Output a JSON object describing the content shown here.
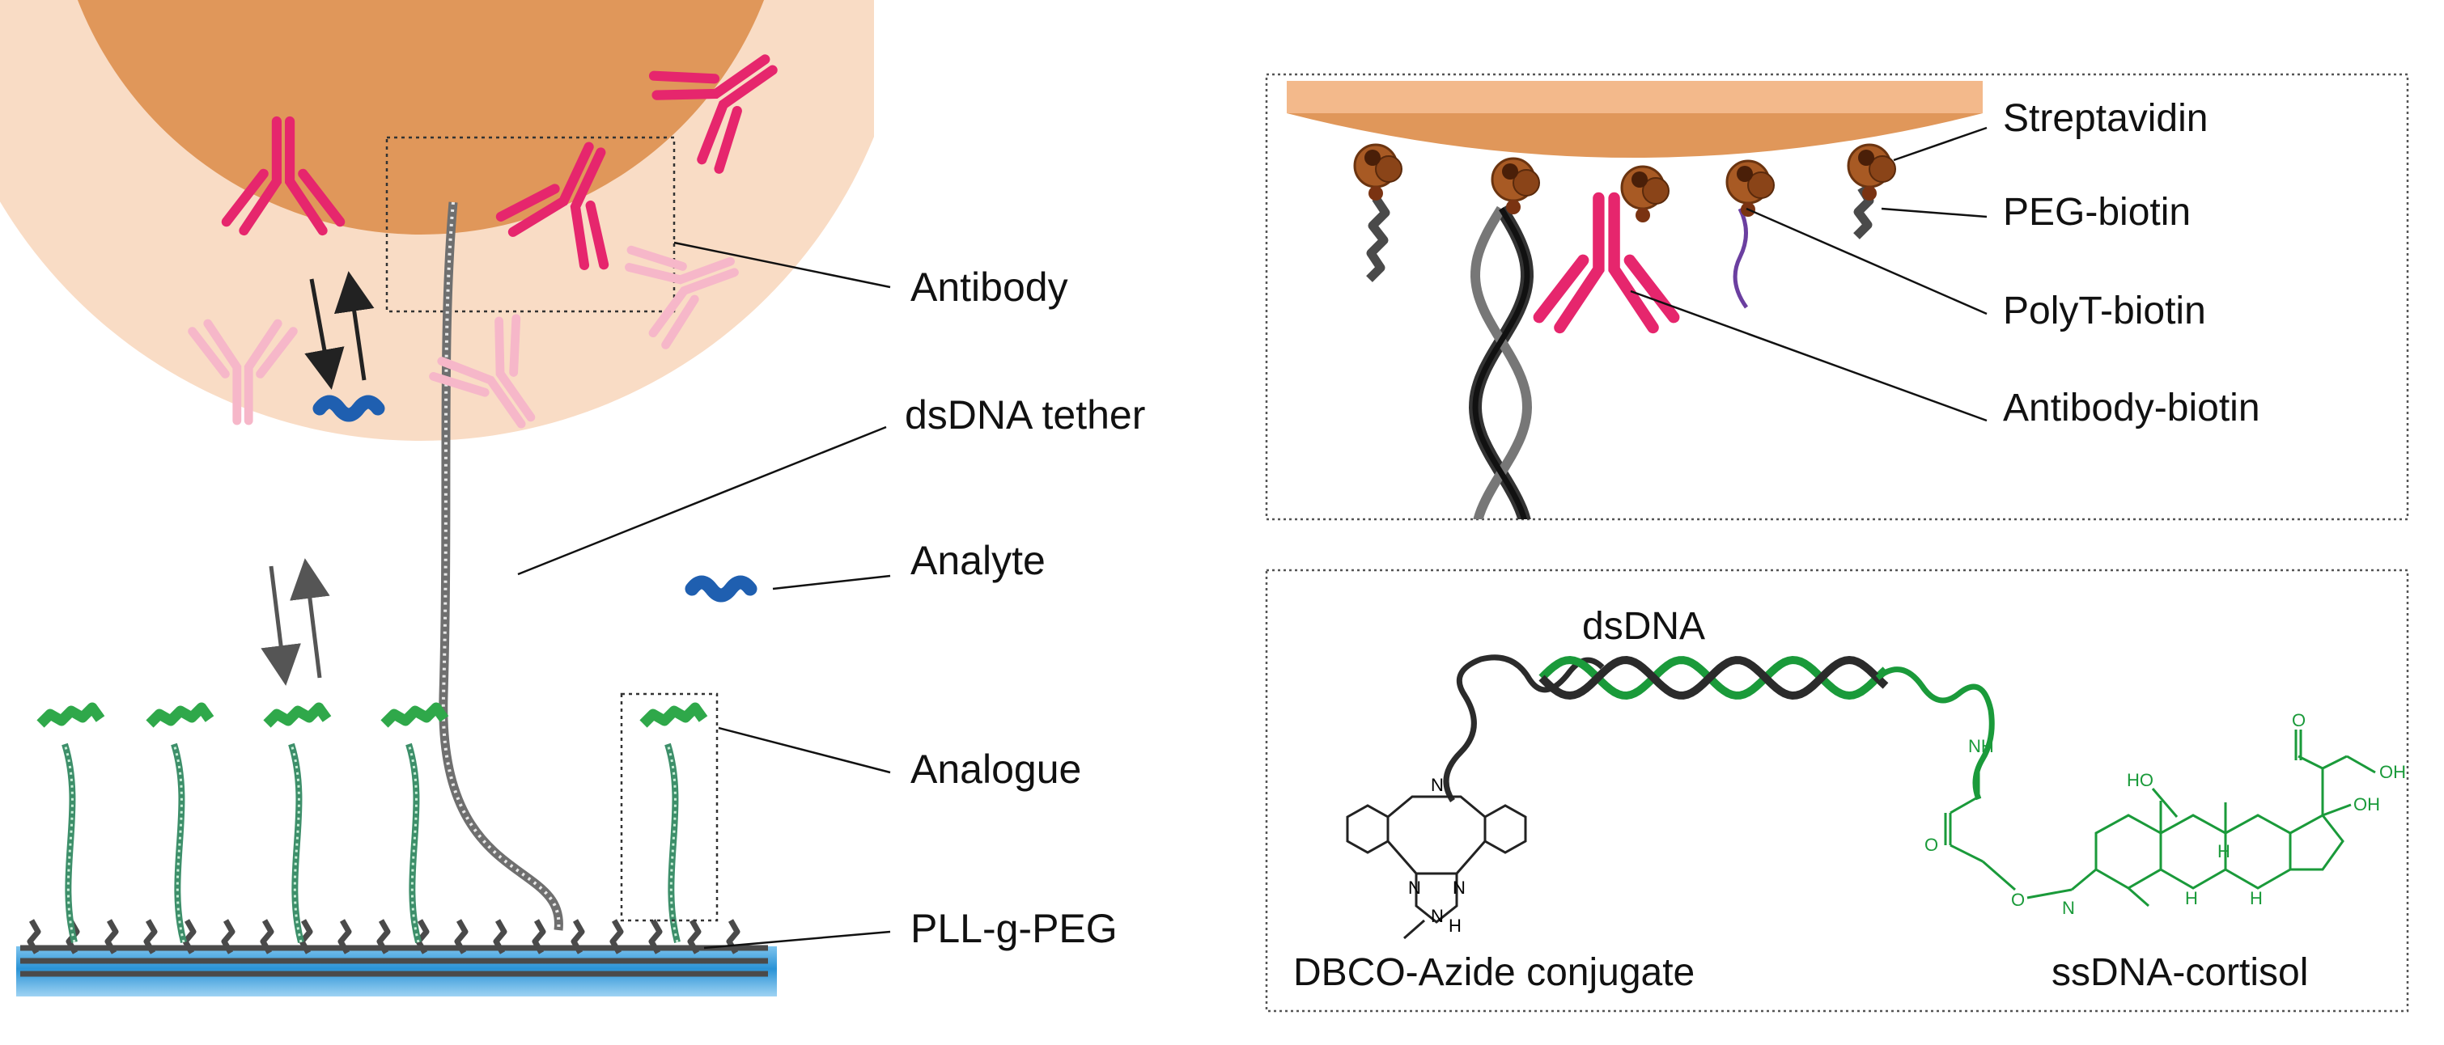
{
  "colors": {
    "bead_core": "#e0975a",
    "bead_halo": "#f9dcc5",
    "antibody_bound": "#e6266d",
    "antibody_free": "#f6b7c9",
    "analyte": "#1f5fb0",
    "analogue": "#2fa84a",
    "surface": "#2a93d6",
    "peg": "#4a4a4a",
    "dna": "#2b2b2b",
    "streptavidin": "#a85a24",
    "polyt": "#6b3fa0",
    "cortisol": "#1a9a3a"
  },
  "labels": {
    "antibody": "Antibody",
    "dsdna_tether": "dsDNA tether",
    "analyte": "Analyte",
    "analogue": "Analogue",
    "pll_g_peg": "PLL-g-PEG"
  },
  "inset_top": {
    "streptavidin": "Streptavidin",
    "peg_biotin": "PEG-biotin",
    "polyt_biotin": "PolyT-biotin",
    "antibody_biotin": "Antibody-biotin"
  },
  "inset_bottom": {
    "dsdna": "dsDNA",
    "dbco_azide": "DBCO-Azide conjugate",
    "ssdna_cortisol": "ssDNA-cortisol",
    "atoms": {
      "n_main": "N",
      "n_a": "N",
      "n_b": "N",
      "n_c": "N",
      "h_triazole": "H",
      "nh": "NH",
      "o_amide": "O",
      "o_ether": "O",
      "n_oxime": "N",
      "ho": "HO",
      "oh_ring": "OH",
      "oh_end": "OH",
      "o_keto": "O",
      "h1": "H",
      "h2": "H",
      "h3": "H"
    }
  }
}
